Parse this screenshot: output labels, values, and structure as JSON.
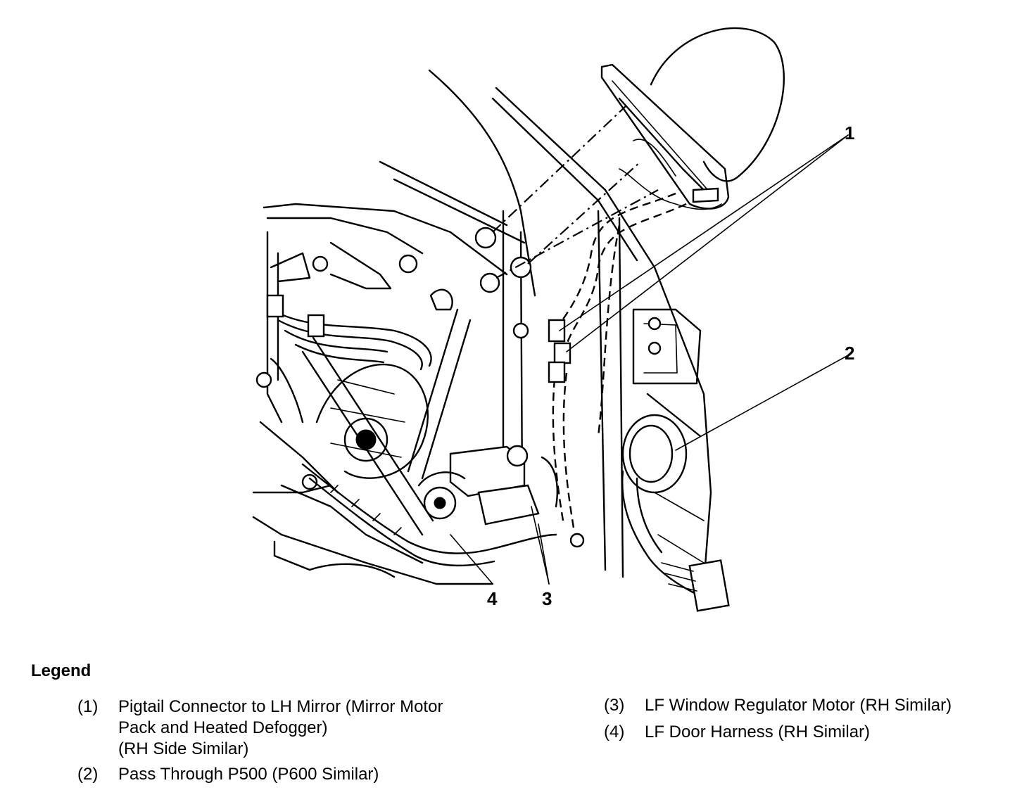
{
  "diagram": {
    "callouts": {
      "c1": "1",
      "c2": "2",
      "c3": "3",
      "c4": "4"
    }
  },
  "legend": {
    "title": "Legend",
    "items": [
      {
        "num": "(1)",
        "lines": [
          "Pigtail Connector to LH Mirror (Mirror Motor",
          "Pack and Heated Defogger)",
          "(RH Side Similar)"
        ]
      },
      {
        "num": "(2)",
        "lines": [
          "Pass Through P500 (P600 Similar)"
        ]
      },
      {
        "num": "(3)",
        "lines": [
          "LF Window Regulator Motor (RH Similar)"
        ]
      },
      {
        "num": "(4)",
        "lines": [
          "LF Door Harness (RH Similar)"
        ]
      }
    ]
  }
}
